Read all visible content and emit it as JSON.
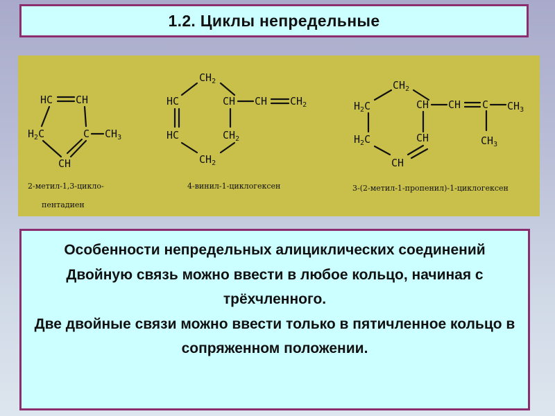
{
  "title": "1.2. Циклы непредельные",
  "structures": [
    {
      "atoms": {
        "hc_top": "HC",
        "ch_top": "CH",
        "h2c_left": "H",
        "h2c_left_sub": "2",
        "h2c_left_c": "C",
        "c_right": "C",
        "ch3": "CH",
        "ch3_sub": "3",
        "ch_bottom": "CH"
      },
      "caption_line1": "2-метил-1,3-цикло-",
      "caption_line2": "пентадиен"
    },
    {
      "atoms": {
        "ch2_top": "CH",
        "ch2_top_sub": "2",
        "hc_left": "HC",
        "ch_mid": "CH",
        "vinyl": "CH",
        "vinyl_ch2": "CH",
        "vinyl_ch2_sub": "2",
        "hc_left2": "HC",
        "ch2_right": "CH",
        "ch2_right_sub": "2",
        "ch2_bottom": "CH",
        "ch2_bottom_sub": "2"
      },
      "caption": "4-винил-1-циклогексен"
    },
    {
      "atoms": {
        "ch2_top": "CH",
        "ch2_top_sub": "2",
        "h2c_left": "H",
        "h2c_left_sub": "2",
        "h2c_left_c": "C",
        "ch_mid": "CH",
        "ch_chain": "CH",
        "c_chain": "C",
        "ch3_chain": "CH",
        "ch3_chain_sub": "3",
        "h2c_left2": "H",
        "h2c_left2_sub": "2",
        "h2c_left2_c": "C",
        "ch_right": "CH",
        "ch3_down": "CH",
        "ch3_down_sub": "3",
        "ch_bottom": "CH"
      },
      "caption": "3-(2-метил-1-пропенил)-1-циклогексен"
    }
  ],
  "features": {
    "heading": "Особенности непредельных алициклических соединений",
    "line1": "Двойную связь можно ввести в любое кольцо, начиная с трёхчленного.",
    "line2": "Две двойные связи можно ввести только в пятичленное кольцо в сопряженном положении."
  }
}
